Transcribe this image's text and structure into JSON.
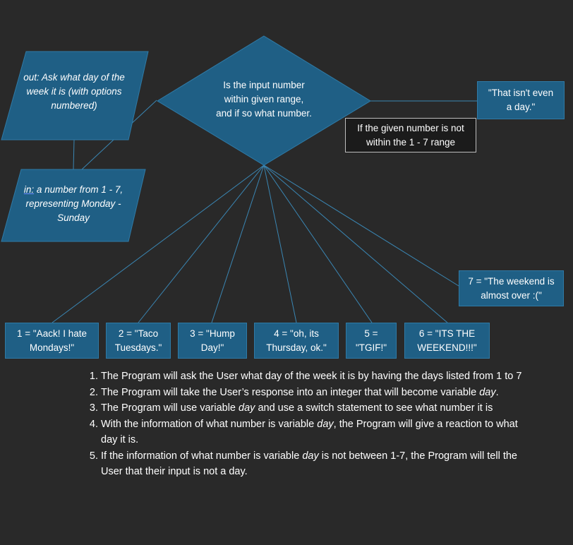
{
  "colors": {
    "background": "#292929",
    "shape_fill": "#1f5f85",
    "shape_border": "#2f7aa6",
    "connector": "#3a86b3"
  },
  "flowchart": {
    "output_node": {
      "text": "out: Ask what day of the week it is (with options numbered)"
    },
    "input_node": {
      "prefix": "in:",
      "text": " a number from 1 - 7, representing Monday - Sunday"
    },
    "decision_node": {
      "text": "Is the input number within given range, and if so what number."
    },
    "invalid_result": {
      "text": "\"That isn't even a day.\""
    },
    "invalid_condition": {
      "text": "If the given number is not within the 1 - 7 range"
    },
    "cases": [
      {
        "text": "1 = \"Aack! I hate Mondays!\""
      },
      {
        "text": "2 = \"Taco Tuesdays.\""
      },
      {
        "text": "3 = \"Hump Day!\""
      },
      {
        "text": "4 = \"oh, its Thursday, ok.\""
      },
      {
        "text": "5 = \"TGIF!\""
      },
      {
        "text": "6 = \"ITS THE WEEKEND!!!\""
      },
      {
        "text": "7 = \"The weekend is almost over :(\""
      }
    ]
  },
  "steps": [
    {
      "before": "The Program will ask the User what day of the week it is by having the days listed from 1 to 7",
      "em": "",
      "after": ""
    },
    {
      "before": "The Program will take the User’s response into an integer that will become variable ",
      "em": "day",
      "after": "."
    },
    {
      "before": "The Program will use variable ",
      "em": "day",
      "after": " and use a switch statement to see what number it is"
    },
    {
      "before": "With the information of what number is variable ",
      "em": "day",
      "after": ", the Program will give a reaction to what day it is."
    },
    {
      "before": "If the information of what number is variable ",
      "em": "day",
      "after": " is not between 1-7, the Program will tell the User that their input is not a day."
    }
  ]
}
